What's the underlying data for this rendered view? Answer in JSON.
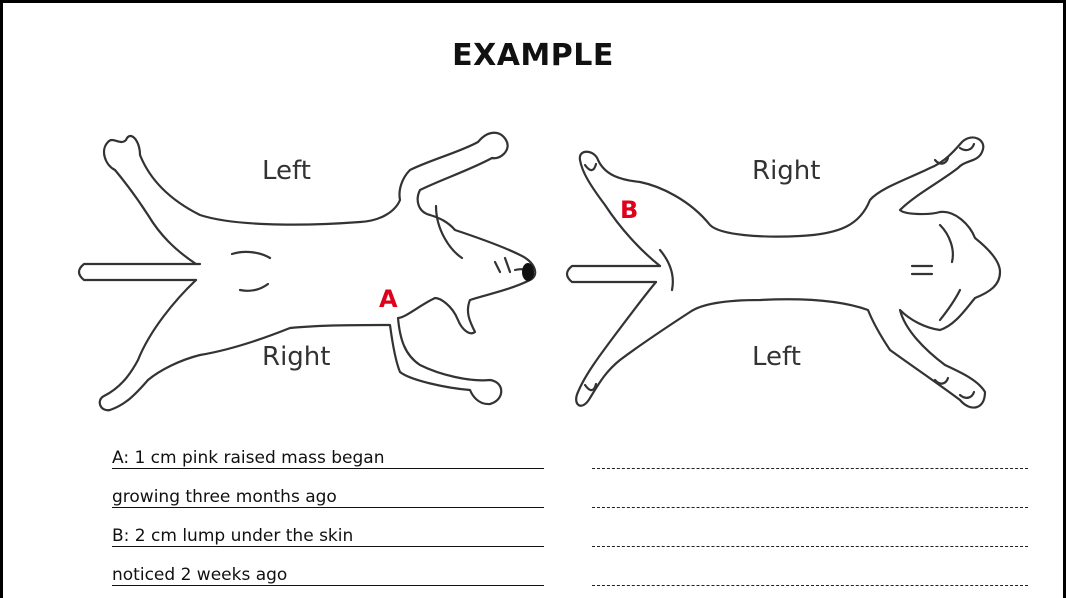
{
  "title": "EXAMPLE",
  "left_view": {
    "top_label": "Left",
    "bottom_label": "Right",
    "marker": "A"
  },
  "right_view": {
    "top_label": "Right",
    "bottom_label": "Left",
    "marker": "B"
  },
  "notes": [
    "A: 1 cm pink raised mass began",
    "growing three months ago",
    "B: 2 cm lump under the skin",
    "noticed 2 weeks ago"
  ],
  "colors": {
    "marker": "#e0001b",
    "outline": "#333333"
  }
}
